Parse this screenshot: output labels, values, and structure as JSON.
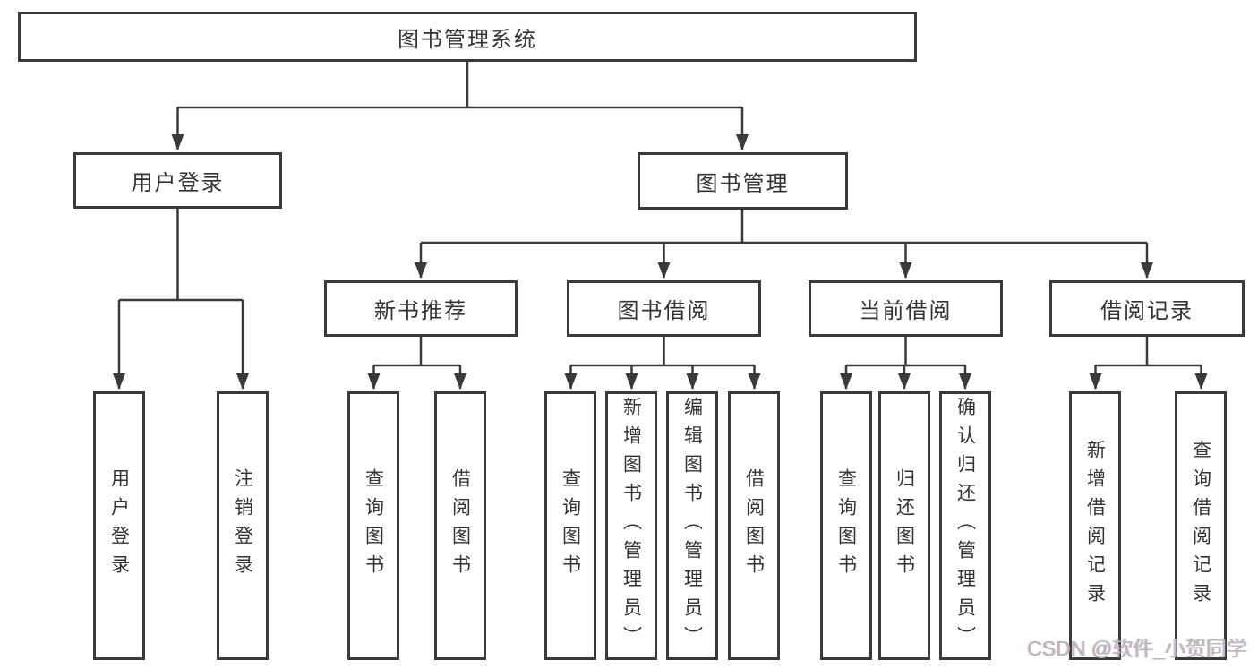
{
  "tree": {
    "root": {
      "label": "图书管理系统"
    },
    "level2": [
      {
        "label": "用户登录"
      },
      {
        "label": "图书管理"
      }
    ],
    "level3": [
      {
        "label": "新书推荐"
      },
      {
        "label": "图书借阅"
      },
      {
        "label": "当前借阅"
      },
      {
        "label": "借阅记录"
      }
    ],
    "leaves": [
      {
        "label": "用户登录",
        "parent": "用户登录"
      },
      {
        "label": "注销登录",
        "parent": "用户登录"
      },
      {
        "label": "查询图书",
        "parent": "新书推荐"
      },
      {
        "label": "借阅图书",
        "parent": "新书推荐"
      },
      {
        "label": "查询图书",
        "parent": "图书借阅"
      },
      {
        "label": "新增图书（管理员）",
        "parent": "图书借阅"
      },
      {
        "label": "编辑图书（管理员）",
        "parent": "图书借阅"
      },
      {
        "label": "借阅图书",
        "parent": "图书借阅"
      },
      {
        "label": "查询图书",
        "parent": "当前借阅"
      },
      {
        "label": "归还图书",
        "parent": "当前借阅"
      },
      {
        "label": "确认归还（管理员）",
        "parent": "当前借阅"
      },
      {
        "label": "新增借阅记录",
        "parent": "借阅记录"
      },
      {
        "label": "查询借阅记录",
        "parent": "借阅记录"
      }
    ]
  },
  "watermark": {
    "text": "CSDN @软件_小贺同学"
  },
  "colors": {
    "line": "#3a3a3a",
    "border": "#3a3a3a",
    "text": "#333333",
    "background": "#ffffff",
    "watermark": "#b9b9b9"
  }
}
